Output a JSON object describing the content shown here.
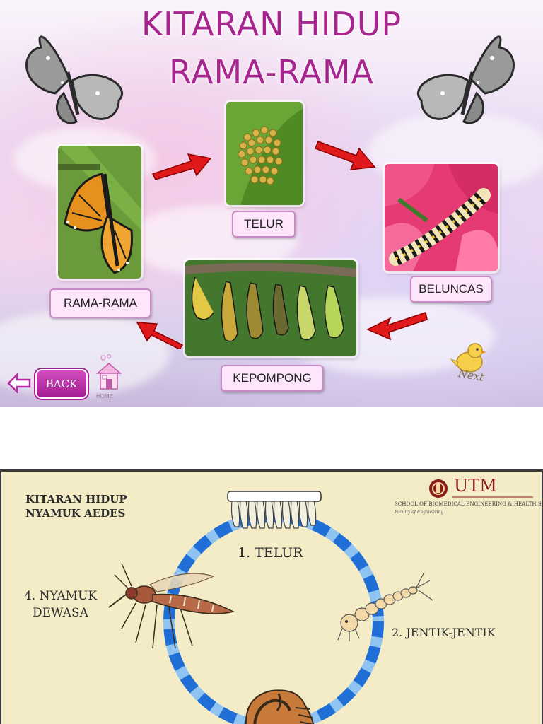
{
  "slide1": {
    "title_line1": "KITARAN HIDUP",
    "title_line2": "RAMA-RAMA",
    "stages": {
      "telur": "TELUR",
      "beluncas": "BELUNCAS",
      "kepompong": "KEPOMPONG",
      "rama_rama": "RAMA-RAMA"
    },
    "nav": {
      "back_label": "BACK",
      "home_label": "HOME",
      "next_label": "Next"
    },
    "colors": {
      "title": "#a8248f",
      "arrow": "#e01a1a",
      "button": "#b82aa6",
      "label_bg": "#fde6fb"
    }
  },
  "slide2": {
    "title_line1": "KITARAN HIDUP",
    "title_line2": "NYAMUK AEDES",
    "stages": {
      "telur": "1. TELUR",
      "jentik": "2. JENTIK-JENTIK",
      "nyamuk_line1": "4. NYAMUK",
      "nyamuk_line2": "DEWASA"
    },
    "logo": {
      "name": "UTM",
      "school": "SCHOOL OF BIOMEDICAL ENGINEERING & HEALTH SCIENCES",
      "faculty": "Faculty of Engineering"
    },
    "colors": {
      "ring_dark": "#1f6fd6",
      "ring_light": "#8fc4f2",
      "background": "#f3ecc6",
      "logo": "#8b1a1a"
    }
  }
}
